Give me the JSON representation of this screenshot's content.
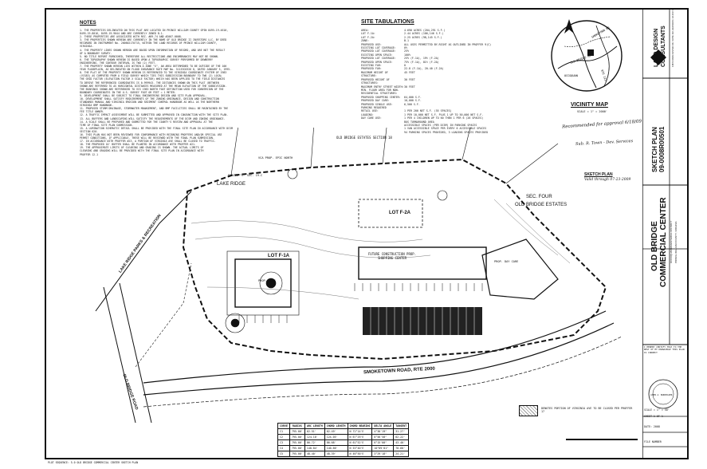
{
  "sheet": {
    "notes_title": "NOTES",
    "site_title": "SITE TABULATIONS",
    "notes": [
      "1. THE PROPERTIES DELINEATED ON THIS PLAT ARE LOCATED IN PRINCE WILLIAM COUNTY GPIN 8495-19-4610,",
      "   8495-19-8016, 8495-19-9044 AND ARE CURRENTLY ZONED B-1.",
      "2. THESE PROPERTIES ARE ASSOCIATED WITH REZ. #89-74 AND #2007-0008.",
      "3. THE PROPERTIES SHOWN HEREON ARE CURRENTLY IN THE NAME OF OLD BRIDGE II INVESTORS LLC, BY DEED",
      "   RECORDED IN INSTRUMENT No. 200602170715, WITHIN THE LAND RECORDS OF PRINCE WILLIAM COUNTY,",
      "   VIRGINIA.",
      "4. THE PROPERTY LINES SHOWN HEREON ARE BASED UPON INFORMATION OF RECORD, AND ARE NOT THE RESULT",
      "   OF A BOUNDARY SURVEY.",
      "5. NO TITLE REPORT FURNISHED, THEREFORE ALL RESTRICTIONS AND ENCUMBRANCES MAY NOT BE SHOWN.",
      "6. THE TOPOGRAPHY SHOWN HEREON IS BASED UPON A TOPOGRAPHIC SURVEY PERFORMED BY DEWBERRY",
      "   ENGINEERING. THE CONTOUR INTERVAL IS TWO (2) FEET.",
      "7. THE PROPERTY SHOWN HEREON LIES WITHIN A ZONE \"X\", AN AREA DETERMINED TO BE OUTSIDE OF THE 100",
      "   YEAR FLOODPLAIN, AS DELINEATED ON FLOOD INSURANCE RATE MAP No. 51153C0326 D, DATED JANUARY 5, 1995.",
      "8. THE PLAT OF THE PROPERTY SHOWN HEREON IS REFERENCED TO THE VIRGINIA COORDINATE SYSTEM OF 1983",
      "   (VCS83) AS COMPUTED FROM A FIELD SURVEY WHICH TIES THIS SUBDIVISION BOUNDARY TO TWO (2) LOCAL",
      "   THE GRID FACTOR (ELEVATION FACTOR X SCALE FACTOR) WHICH HAS BEEN APPLIED TO THE FIELD DISTANCES",
      "   TO DERIVE THE REFERENCED COORDINATES IS 0.999943. THE DISTANCES SHOWN ON THIS PLAT (BETWEEN",
      "   SHOWN ARE REFERRED TO AS HORIZONTAL DISTANCES MEASURED AT THE MEAN ELEVATION OF THE SUBDIVISION.",
      "   THE BEARINGS SHOWN ARE REFERENCED TO VCS 1983 NORTH FOOT DEFINITION USED FOR CONVERSION OF THE",
      "   BOUNDARY COORDINATES IN THE U.S. SURVEY FOOT OR FEET = 1 METER.",
      "9. DEVELOPMENT SHALL BE SUBJECT TO FINAL ENGINEERING DESIGN AND SITE PLAN APPROVAL.",
      "10. DEVELOPMENT SHALL SATISFY REQUIREMENTS OF THE ZONING ORDINANCE, DESIGN AND CONSTRUCTION",
      "   STANDARDS MANUAL AND VIRGINIA EROSION AND SEDIMENT CONTROL HANDBOOK AS WELL AS THE NORTHERN",
      "   VIRGINIA BMP HANDBOOK.",
      "11. PROPOSED STORM DRAINAGE, STORMWATER MANAGEMENT, AND BMP FACILITIES SHALL BE MAINTAINED BY THE",
      "   FEE TITLE OWNER.",
      "12. A TRAFFIC IMPACT ASSESSMENT WILL BE SUBMITTED AND APPROVED IN CONJUNCTION WITH THE SITE PLAN.",
      "13. ALL BUFFERS AND LANDSCAPING WILL SATISFY THE REQUIREMENTS OF THE DCSM AND ZONING ORDINANCE.",
      "14. A SCALE SHALL BE PREPARED AND SUBMITTED FOR THE COUNTY'S REVIEW AND APPROVAL AT THE",
      "   TIME OF FINAL SITE PLAN SUBMISSION.",
      "15. A LUMINATION SCHEMATIC DETAIL SHALL BE PROVIDED WITH THE FINAL SITE PLAN IN ACCORDANCE WITH DCSM",
      "   SECTION 620.",
      "16. THIS PLAN HAS NOT BEEN REVIEWED FOR CONFORMANCE WITH REZONING PROFFERS AND/OR SPECIAL USE",
      "   PERMIT CONDITIONS, IF APPLICABLE. THESE WILL BE REVIEWED WITH THE FINAL PLAN SUBMISSION.",
      "17. IN ACCORDANCE WITH PROFFER #23, A PORTION OF VIRGINIA AVE SHALL BE CLOSED TO TRAFFIC.",
      "18. THE PROPOSED 10' BUFFER SHALL BE PLANTED IN ACCORDANCE WITH PROFFER #21.",
      "19. THE APPROXIMATE LIMITS OF CLEARING AND GRADING IS SHOWN. THE ACTUAL LIMITS OF",
      "   CLEARING AND GRADING WILL BE PROVIDED WITH THE FINAL SITE PLAN IN ACCORDANCE WITH",
      "   PROFFER 12.1"
    ],
    "site_tab": [
      [
        "AREA:",
        "4.690 ACRES (204,291 S.F.)"
      ],
      [
        "   LOT F-1A:",
        "2.44 ACRES (106,146 S.F.)"
      ],
      [
        "   LOT F-2A:",
        "2.25 ACRES (98,145 S.F.)"
      ],
      [
        "ZONE:",
        "B-1"
      ],
      [
        "PROPOSED USE:",
        "ALL USES PERMITTED BY-RIGHT AS OUTLINED IN PROFFER 9(C)"
      ],
      [
        "EXISTING LOT COVERAGE:",
        "0%"
      ],
      [
        "PROPOSED LOT COVERAGE:",
        "25%"
      ],
      [
        "EXISTING OPEN SPACE:",
        "100%"
      ],
      [
        "PROPOSED LOT COVERAGE:",
        "25% (F-1A), 19% (F-2A)"
      ],
      [
        "PROPOSED OPEN SPACE:",
        "75% (F-1A), 81% (F-2A)"
      ],
      [
        "EXISTING FAR:",
        "0"
      ],
      [
        "PROPOSED FAR:",
        "22.8 (F-1A), 20.40 (F-2A)"
      ],
      [
        "MAXIMUM HEIGHT OF STRUCTURE:",
        "45 FEET"
      ],
      [
        "PROPOSED HEIGHT OF STRUCTURES:",
        "30 FEET"
      ],
      [
        "MAXIMUM ENTRY STREET WIDTH:",
        "30 FEET"
      ],
      [
        "MIN. FLOOR AREA FOR NON-RESIDENTIAL STRUCTURES:",
        ""
      ],
      [
        "   PROPOSED SHOPPING CENTER:",
        "64,000 S.F."
      ],
      [
        "   PROPOSED DAY CARE:",
        "10,000 S.F."
      ],
      [
        "   PROPOSED SINGLE USE:",
        "6,500 S.F."
      ],
      [
        "PARKING REQUIRED",
        ""
      ],
      [
        "RETAIL USE:",
        "1 PER 200 NET S.F. (55 SPACES)"
      ],
      [
        "LOADING:",
        "1 PER 10,000 NET S.F. PLUS 1 UP TO 50,000 NET S.F."
      ],
      [
        "DAY CARE USE:",
        "1 PER 4 CHILDREN UP TO 60 THEN 1 PER 6 (26 SPACES)"
      ],
      [
        "",
        "BUS TURNAROUND AREA"
      ],
      [
        "",
        "ACCESSIBLE SPACES (PER DCSM) IN PARKING SPACES"
      ],
      [
        "",
        "1 VAN ACCESSIBLE SPACE PER EVERY 6 ACCESSIBLE SPACES"
      ],
      [
        "",
        "94 PARKING SPACES PROVIDED, 3 LOADING SPACES PROVIDED"
      ]
    ],
    "vicinity": {
      "title": "VICINITY MAP",
      "scale": "SCALE = 1\" = 2000'",
      "roads": [
        "OLD BRIDGE RD",
        "SMOKETOWN RD",
        "RTE 123",
        "OCCOQUAN"
      ]
    },
    "review_notes": [
      "Recommended for approval 6/18/09",
      "Sub. R. Town - Dev. Services",
      "SKETCH PLAN",
      "Valid through 07-23-2009"
    ],
    "title_block": {
      "plan_type": "SKETCH PLAN",
      "plan_number": "09-0008R00501",
      "project_line1": "OLD BRIDGE",
      "project_line2": "COMMERCIAL CENTER",
      "district": "OCCOQUAN MAGISTERIAL DISTRICT",
      "county": "PRINCE WILLIAM COUNTY, VIRGINIA",
      "firm_line1": "LAND DESIGN",
      "firm_line2": "CONSULTANTS",
      "firm_address": "13873 PARK CENTER RD, SUITE 102, HERNDON, VA 20171",
      "scale": "SCALE = 1\" = 50'",
      "date": "DATE: 2008",
      "sheet": "SHEET 1 OF 1",
      "file": "FILE NUMBER",
      "certify": "I HEREBY CERTIFY THAT TO THE BEST OF MY KNOWLEDGE THIS PLAN IS CORRECT",
      "seal": "JAMES A. BURKHOLDER"
    },
    "map_labels": {
      "lot_f1a": "LOT F-1A",
      "lot_f2a": "LOT F-2A",
      "future_center": "FUTURE CONSTRUCTION PROP. SHOPPING CENTER",
      "lake_ridge": "LAKE RIDGE",
      "lake_ridge_parks": "LAKE RIDGE PARKS & RECREATION",
      "sec4": "SEC. FOUR",
      "old_bridge_estates": "OLD BRIDGE ESTATES",
      "smoketown": "SMOKETOWN ROAD, RTE 2000",
      "old_bridge_road": "OLD BRIDGE ROAD",
      "old_bridge_sect": "OLD BRIDGE ESTATES SECTION 18",
      "prop_day_care": "PROP. DAY CARE",
      "prop_bldg": "PROP. BLDG",
      "vca_prop": "VCA PROP. EPIC NORTH",
      "parcel": "PARCEL \"C\" SEC. 19-C",
      "legend_note": "DENOTES PORTION OF VIRGINIA AVE TO BE CLOSED PER PROFFER 17",
      "footer": "PLOT SEQUENCE: 5.0 OLD BRIDGE COMMERCIAL CENTER SKETCH PLAN"
    },
    "curve_table": {
      "headers": [
        "CURVE",
        "RADIUS",
        "ARC LENGTH",
        "CHORD LENGTH",
        "CHORD BEARING",
        "DELTA ANGLE",
        "TANGENT"
      ],
      "rows": [
        [
          "C1",
          "795.00'",
          "62.51'",
          "62.49'",
          "N 72°14'E",
          "4°30'19\"",
          "31.27'"
        ],
        [
          "C2",
          "795.00'",
          "124.18'",
          "124.05'",
          "N 67°29'E",
          "8°56'58\"",
          "62.22'"
        ],
        [
          "C3",
          "795.00'",
          "86.72'",
          "86.68'",
          "N 61°52'E",
          "6°15'00\"",
          "43.40'"
        ],
        [
          "C4",
          "795.00'",
          "140.84'",
          "140.66'",
          "N 53°40'E",
          "10°09'01\"",
          "70.60'"
        ],
        [
          "C5",
          "795.00'",
          "48.40'",
          "48.39'",
          "N 46°50'E",
          "3°29'18\"",
          "24.21'"
        ]
      ]
    }
  }
}
